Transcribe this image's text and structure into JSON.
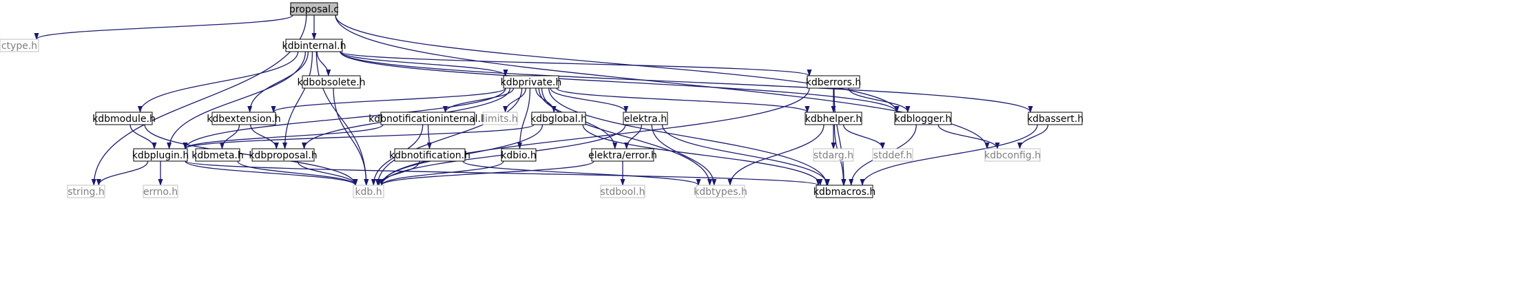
{
  "graph": {
    "colors": {
      "edge": "#191970",
      "node_border": "#000000",
      "external_border": "#bfbfbf",
      "external_text": "#7f7f7f",
      "root_fill": "#bfbfbf",
      "text": "#000000",
      "background": "#ffffff"
    },
    "nodes": {
      "proposal_c": {
        "label": "proposal.c",
        "kind": "root"
      },
      "ctype_h": {
        "label": "ctype.h",
        "kind": "external"
      },
      "kdbinternal_h": {
        "label": "kdbinternal.h",
        "kind": "local"
      },
      "string_h": {
        "label": "string.h",
        "kind": "external"
      },
      "kdblogger_h": {
        "label": "kdblogger.h",
        "kind": "local"
      },
      "kdbconfig_h": {
        "label": "kdbconfig.h",
        "kind": "external"
      },
      "kdbassert_h": {
        "label": "kdbassert.h",
        "kind": "local"
      },
      "kdbmacros_h": {
        "label": "kdbmacros.h",
        "kind": "local"
      },
      "kdb_h": {
        "label": "kdb.h",
        "kind": "external"
      },
      "kdbmodule_h": {
        "label": "kdbmodule.h",
        "kind": "local"
      },
      "kdbplugin_h": {
        "label": "kdbplugin.h",
        "kind": "local"
      },
      "kdbextension_h": {
        "label": "kdbextension.h",
        "kind": "local"
      },
      "kdbproposal_h": {
        "label": "kdbproposal.h",
        "kind": "local"
      },
      "kdbobsolete_h": {
        "label": "kdbobsolete.h",
        "kind": "local"
      },
      "kdbprivate_h": {
        "label": "kdbprivate.h",
        "kind": "local"
      },
      "kdberrors_h": {
        "label": "kdberrors.h",
        "kind": "local"
      },
      "errno_h": {
        "label": "errno.h",
        "kind": "external"
      },
      "kdbmeta_h": {
        "label": "kdbmeta.h",
        "kind": "local"
      },
      "kdbnotificationinternal_h": {
        "label": "kdbnotificationinternal.h",
        "kind": "local"
      },
      "kdbnotification_h": {
        "label": "kdbnotification.h",
        "kind": "local"
      },
      "limits_h": {
        "label": "limits.h",
        "kind": "external"
      },
      "kdbglobal_h": {
        "label": "kdbglobal.h",
        "kind": "local"
      },
      "kdbio_h": {
        "label": "kdbio.h",
        "kind": "local"
      },
      "elektra_h": {
        "label": "elektra.h",
        "kind": "local"
      },
      "elektra_error_h": {
        "label": "elektra/error.h",
        "kind": "local"
      },
      "stdbool_h": {
        "label": "stdbool.h",
        "kind": "external"
      },
      "kdbtypes_h": {
        "label": "kdbtypes.h",
        "kind": "external"
      },
      "kdbhelper_h": {
        "label": "kdbhelper.h",
        "kind": "local"
      },
      "stdarg_h": {
        "label": "stdarg.h",
        "kind": "external"
      },
      "stddef_h": {
        "label": "stddef.h",
        "kind": "external"
      }
    },
    "edges": [
      [
        "proposal_c",
        "ctype_h"
      ],
      [
        "proposal_c",
        "kdbinternal_h"
      ],
      [
        "proposal_c",
        "string_h"
      ],
      [
        "proposal_c",
        "kdblogger_h"
      ],
      [
        "proposal_c",
        "kdbconfig_h"
      ],
      [
        "kdbinternal_h",
        "kdbassert_h"
      ],
      [
        "kdbinternal_h",
        "kdblogger_h"
      ],
      [
        "kdbinternal_h",
        "kdbmodule_h"
      ],
      [
        "kdbinternal_h",
        "kdbplugin_h"
      ],
      [
        "kdbinternal_h",
        "kdbextension_h"
      ],
      [
        "kdbinternal_h",
        "kdbproposal_h"
      ],
      [
        "kdbinternal_h",
        "kdbobsolete_h"
      ],
      [
        "kdbinternal_h",
        "kdbprivate_h"
      ],
      [
        "kdbinternal_h",
        "kdberrors_h"
      ],
      [
        "kdbinternal_h",
        "kdb_h"
      ],
      [
        "kdbassert_h",
        "kdbconfig_h"
      ],
      [
        "kdbassert_h",
        "kdbmacros_h"
      ],
      [
        "kdblogger_h",
        "kdbconfig_h"
      ],
      [
        "kdblogger_h",
        "kdbmacros_h"
      ],
      [
        "kdbmodule_h",
        "kdbplugin_h"
      ],
      [
        "kdbmodule_h",
        "kdb_h"
      ],
      [
        "kdbplugin_h",
        "string_h"
      ],
      [
        "kdbplugin_h",
        "errno_h"
      ],
      [
        "kdbplugin_h",
        "kdb_h"
      ],
      [
        "kdbplugin_h",
        "kdbmacros_h"
      ],
      [
        "kdbextension_h",
        "kdbmeta_h"
      ],
      [
        "kdbextension_h",
        "kdbproposal_h"
      ],
      [
        "kdbmeta_h",
        "kdb_h"
      ],
      [
        "kdbproposal_h",
        "kdb_h"
      ],
      [
        "kdbobsolete_h",
        "kdb_h"
      ],
      [
        "kdbprivate_h",
        "kdbplugin_h"
      ],
      [
        "kdbprivate_h",
        "kdbextension_h"
      ],
      [
        "kdbprivate_h",
        "kdbproposal_h"
      ],
      [
        "kdbprivate_h",
        "kdb_h"
      ],
      [
        "kdbprivate_h",
        "kdbnotificationinternal_h"
      ],
      [
        "kdbprivate_h",
        "limits_h"
      ],
      [
        "kdbprivate_h",
        "kdbglobal_h"
      ],
      [
        "kdbprivate_h",
        "kdbio_h"
      ],
      [
        "kdbprivate_h",
        "elektra_h"
      ],
      [
        "kdbprivate_h",
        "elektra_error_h"
      ],
      [
        "kdbprivate_h",
        "kdbtypes_h"
      ],
      [
        "kdbprivate_h",
        "kdbhelper_h"
      ],
      [
        "kdbprivate_h",
        "kdbmacros_h"
      ],
      [
        "kdbnotificationinternal_h",
        "kdbplugin_h"
      ],
      [
        "kdbnotificationinternal_h",
        "kdbnotification_h"
      ],
      [
        "kdbnotificationinternal_h",
        "kdb_h"
      ],
      [
        "kdbnotification_h",
        "kdb_h"
      ],
      [
        "kdbnotification_h",
        "kdbtypes_h"
      ],
      [
        "kdbglobal_h",
        "kdbplugin_h"
      ],
      [
        "kdbglobal_h",
        "kdb_h"
      ],
      [
        "kdbglobal_h",
        "kdbmacros_h"
      ],
      [
        "kdbio_h",
        "kdb_h"
      ],
      [
        "elektra_h",
        "elektra_error_h"
      ],
      [
        "elektra_h",
        "kdb_h"
      ],
      [
        "elektra_h",
        "kdbtypes_h"
      ],
      [
        "elektra_h",
        "kdbmacros_h"
      ],
      [
        "elektra_error_h",
        "stdbool_h"
      ],
      [
        "elektra_error_h",
        "kdb_h"
      ],
      [
        "kdberrors_h",
        "kdblogger_h"
      ],
      [
        "kdberrors_h",
        "kdbhelper_h"
      ],
      [
        "kdberrors_h",
        "kdbmacros_h"
      ],
      [
        "kdberrors_h",
        "kdb_h"
      ],
      [
        "kdbhelper_h",
        "kdbtypes_h"
      ],
      [
        "kdbhelper_h",
        "stdarg_h"
      ],
      [
        "kdbhelper_h",
        "stddef_h"
      ],
      [
        "kdbhelper_h",
        "kdbmacros_h"
      ]
    ]
  }
}
